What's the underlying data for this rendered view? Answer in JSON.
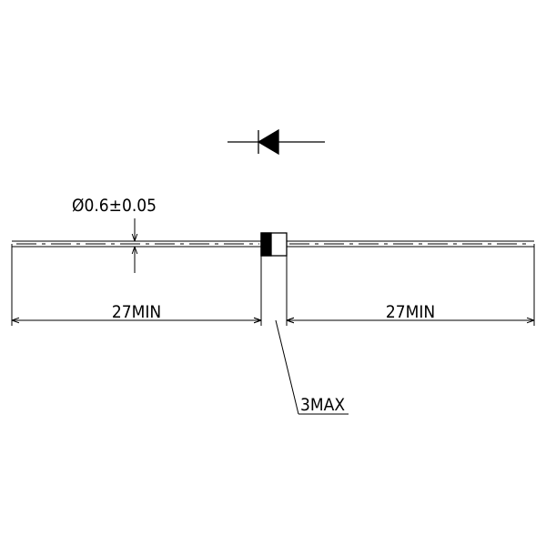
{
  "diagram": {
    "symbol": "diode-symbol",
    "lead_diameter_label": "Ø0.6±0.05",
    "left_lead_length_label": "27MIN",
    "right_lead_length_label": "27MIN",
    "body_length_label": "3MAX"
  },
  "colors": {
    "line": "#000000",
    "background": "#ffffff"
  }
}
